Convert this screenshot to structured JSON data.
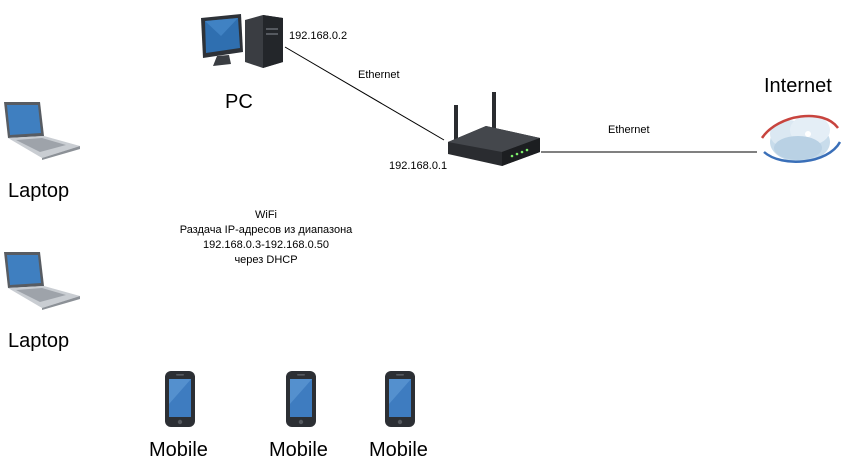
{
  "nodes": {
    "pc": {
      "label": "PC",
      "ip": "192.168.0.2",
      "icon": "desktop-pc-icon"
    },
    "router": {
      "ip": "192.168.0.1",
      "icon": "wifi-router-icon"
    },
    "internet": {
      "label": "Internet",
      "icon": "cloud-globe-icon"
    },
    "laptop_1": {
      "label": "Laptop",
      "icon": "laptop-icon"
    },
    "laptop_2": {
      "label": "Laptop",
      "icon": "laptop-icon"
    },
    "mobile_1": {
      "label": "Mobile",
      "icon": "smartphone-icon"
    },
    "mobile_2": {
      "label": "Mobile",
      "icon": "smartphone-icon"
    },
    "mobile_3": {
      "label": "Mobile",
      "icon": "smartphone-icon"
    }
  },
  "links": {
    "pc_router": "Ethernet",
    "router_internet": "Ethernet"
  },
  "wifi_note": {
    "line1": "WiFi",
    "line2": "Раздача IP-адресов из диапазона",
    "line3": "192.168.0.3-192.168.0.50",
    "line4": "через DHCP"
  }
}
